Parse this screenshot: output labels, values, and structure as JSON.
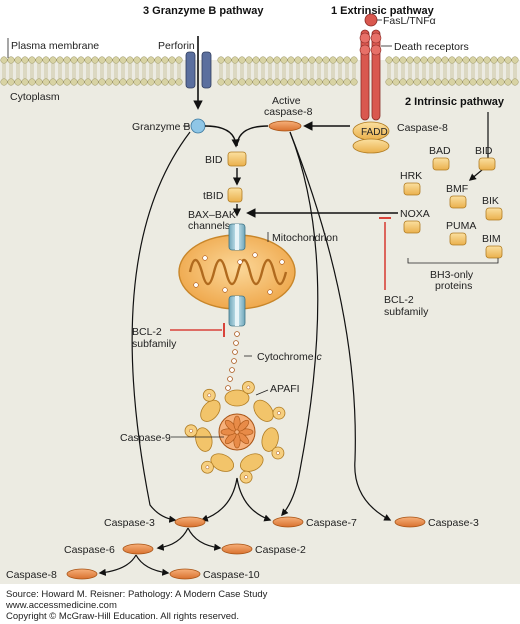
{
  "pathways": {
    "granzyme": "3 Granzyme B pathway",
    "extrinsic": "1 Extrinsic pathway",
    "intrinsic": "2 Intrinsic pathway"
  },
  "membrane": {
    "plasma_membrane": "Plasma membrane",
    "cytoplasm": "Cytoplasm"
  },
  "labels": {
    "fasl": "FasL/TNFα",
    "death_receptors": "Death receptors",
    "perforin": "Perforin",
    "fadd": "FADD",
    "active_caspase8_line1": "Active",
    "active_caspase8_line2": "caspase-8",
    "caspase8": "Caspase-8",
    "granzyme_b": "Granzyme B",
    "bid": "BID",
    "tbid": "tBID",
    "bax_bak_line1": "BAX–BAK",
    "bax_bak_line2": "channels",
    "mitochondrion": "Mitochondrion",
    "bcl2_left_line1": "BCL-2",
    "bcl2_left_line2": "subfamily",
    "bcl2_right_line1": "BCL-2",
    "bcl2_right_line2": "subfamily",
    "cytochrome_c": "Cytochrome",
    "cytochrome_c_italic": "c",
    "apafi": "APAFI",
    "caspase9": "Caspase-9",
    "bh3_line1": "BH3-only",
    "bh3_line2": "proteins"
  },
  "bh3_proteins": [
    "BAD",
    "BID",
    "HRK",
    "BMF",
    "BIK",
    "NOXA",
    "PUMA",
    "BIM"
  ],
  "caspases": {
    "c3_left": "Caspase-3",
    "c7": "Caspase-7",
    "c3_right": "Caspase-3",
    "c6": "Caspase-6",
    "c2": "Caspase-2",
    "c8": "Caspase-8",
    "c10": "Caspase-10"
  },
  "source": {
    "line1": "Source: Howard M. Reisner: Pathology: A Modern Case Study",
    "line2": "www.accessmedicine.com",
    "line3": "Copyright © McGraw-Hill Education.  All rights reserved."
  },
  "colors": {
    "cell_bg": "#ecebe2",
    "membrane_head": "#d8d3a4",
    "mito": "#f3b85a",
    "mito_edge": "#c8862a",
    "bid_box": "#f2c46a",
    "caspase": "#e88b48",
    "receptor": "#d9584f",
    "channel": "#a8d2df",
    "inhibit": "#d9433a"
  }
}
